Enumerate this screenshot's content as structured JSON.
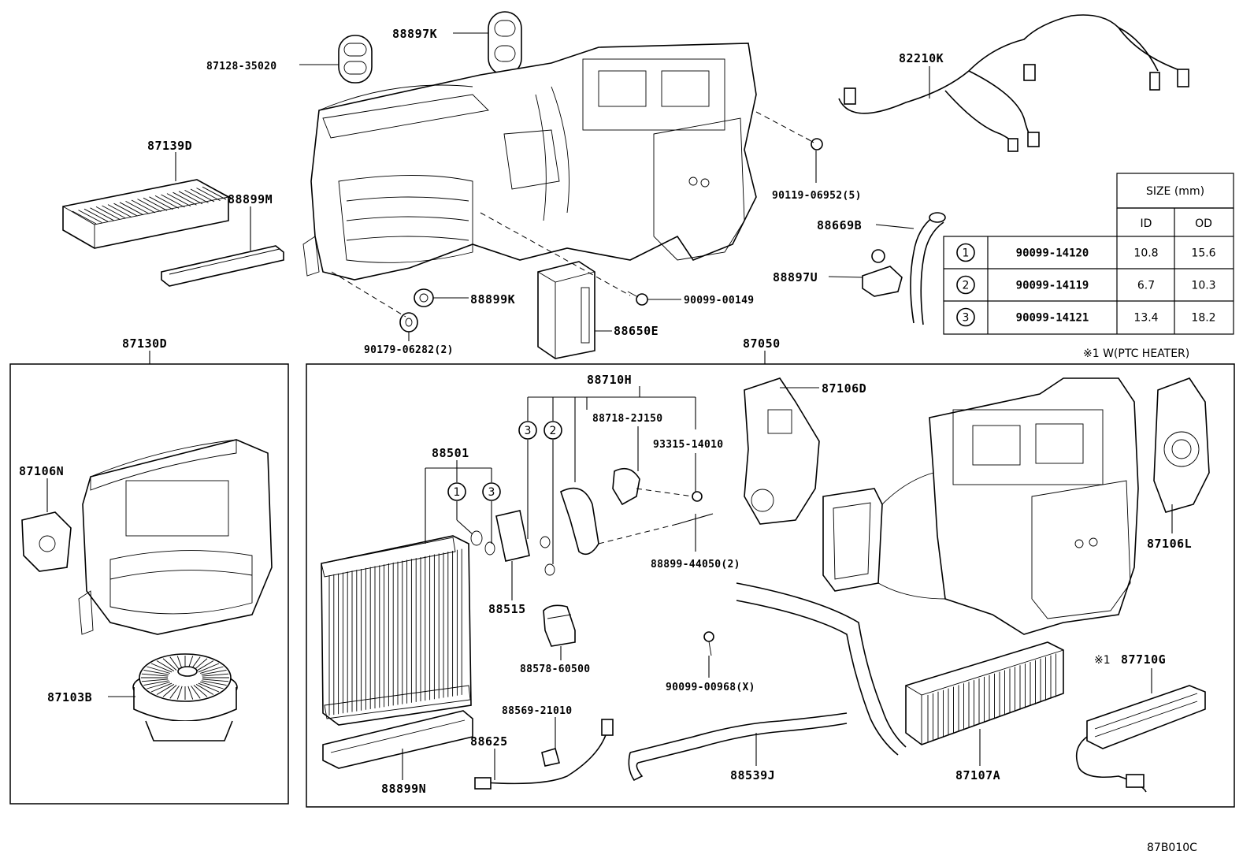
{
  "diagram_code": "87B010C",
  "note_ptc": "※1 W(PTC HEATER)",
  "note_mark": "※1",
  "groups": {
    "blower": "87130D",
    "unit": "87050",
    "hose_set": "88710H",
    "evaporator": "88501"
  },
  "labels": {
    "p88897K": "88897K",
    "p87128": "87128-35020",
    "p87139D": "87139D",
    "p88899M": "88899M",
    "p82210K": "82210K",
    "p90119": "90119-06952(5)",
    "p88669B": "88669B",
    "p88897U": "88897U",
    "p88899K": "88899K",
    "p90099_00149": "90099-00149",
    "p88650E": "88650E",
    "p90179": "90179-06282(2)",
    "p87106N": "87106N",
    "p87103B": "87103B",
    "p87106D": "87106D",
    "p87106L": "87106L",
    "p88718": "88718-2J150",
    "p93315": "93315-14010",
    "p88899_44050": "88899-44050(2)",
    "p88515": "88515",
    "p88578": "88578-60500",
    "p90099_00968": "90099-00968(X)",
    "p88569": "88569-21010",
    "p88625": "88625",
    "p88899N": "88899N",
    "p88539J": "88539J",
    "p87107A": "87107A",
    "p87710G": "87710G"
  },
  "callouts": [
    "1",
    "2",
    "3"
  ],
  "oring_table": {
    "header": "SIZE (mm)",
    "col_id": "ID",
    "col_od": "OD",
    "rows": [
      {
        "ref": "1",
        "part": "90099-14120",
        "id": "10.8",
        "od": "15.6"
      },
      {
        "ref": "2",
        "part": "90099-14119",
        "id": "6.7",
        "od": "10.3"
      },
      {
        "ref": "3",
        "part": "90099-14121",
        "id": "13.4",
        "od": "18.2"
      }
    ]
  }
}
